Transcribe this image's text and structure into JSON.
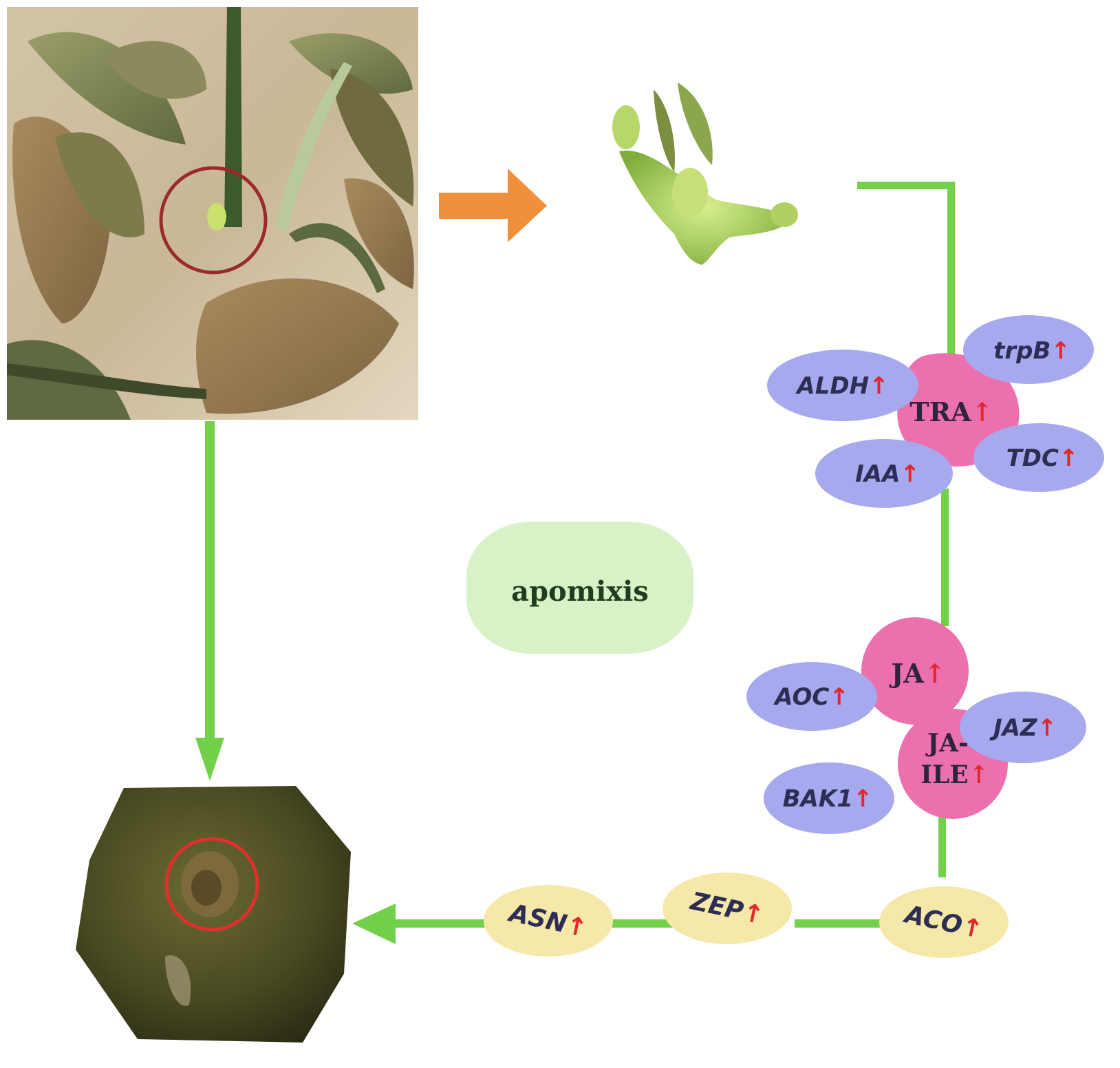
{
  "colors": {
    "connector_green": "#72d04b",
    "orange_arrow": "#f0903a",
    "gene_bubble": "#a7a9ef",
    "metabolite_bubble": "#ec6fae",
    "late_gene_bubble": "#f5e8a8",
    "central_box": "#d8f1c6",
    "up_arrow": "#e2262a",
    "highlight_circle": "#9b2a2a"
  },
  "photos": {
    "plant": "walnut-shoot-photo",
    "flower": "excised-flower-photo",
    "fruit": "developing-fruit-photo"
  },
  "central": {
    "label": "apomixis"
  },
  "tra_cluster": {
    "metabolite": {
      "text": "TRA",
      "arrow": "↑"
    },
    "genes": [
      {
        "text": "ALDH",
        "arrow": "↑"
      },
      {
        "text": "trpB",
        "arrow": "↑"
      },
      {
        "text": "IAA",
        "arrow": "↑"
      },
      {
        "text": "TDC",
        "arrow": "↑"
      }
    ]
  },
  "ja_cluster": {
    "metabolites": [
      {
        "text": "JA",
        "arrow": "↑"
      },
      {
        "text_line1": "JA-",
        "text_line2": "ILE",
        "arrow": "↑"
      }
    ],
    "genes": [
      {
        "text": "AOC",
        "arrow": "↑"
      },
      {
        "text": "JAZ",
        "arrow": "↑"
      },
      {
        "text": "BAK1",
        "arrow": "↑"
      }
    ]
  },
  "bottom_genes": [
    {
      "text": "ACO",
      "arrow": "↑"
    },
    {
      "text": "ZEP",
      "arrow": "↑"
    },
    {
      "text": "ASN",
      "arrow": "↑"
    }
  ]
}
